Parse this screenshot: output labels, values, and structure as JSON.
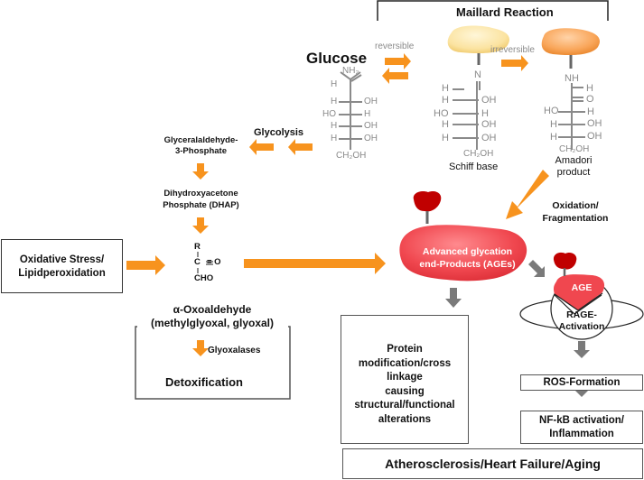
{
  "maillard": {
    "title": "Maillard Reaction",
    "reversible": "reversible",
    "irreversible": "irreversible"
  },
  "glucose": {
    "title": "Glucose",
    "nh2": "NH₂",
    "top_h": "H",
    "rows": [
      {
        "left": "H",
        "right": "OH"
      },
      {
        "left": "HO",
        "right": "H"
      },
      {
        "left": "H",
        "right": "OH"
      },
      {
        "left": "H",
        "right": "OH"
      }
    ],
    "bottom": "CH₂OH"
  },
  "schiff": {
    "n": "N",
    "top_h": "H",
    "rows": [
      {
        "left": "H",
        "right": "OH"
      },
      {
        "left": "HO",
        "right": "H"
      },
      {
        "left": "H",
        "right": "OH"
      },
      {
        "left": "H",
        "right": "OH"
      }
    ],
    "bottom": "CH₂OH",
    "label": "Schiff base"
  },
  "amadori": {
    "nh": "NH",
    "h": "H",
    "o": "O",
    "rows": [
      {
        "left": "HO",
        "right": "H"
      },
      {
        "left": "H",
        "right": "OH"
      },
      {
        "left": "H",
        "right": "OH"
      }
    ],
    "bottom": "CH₂OH",
    "label_line1": "Amadori",
    "label_line2": "product"
  },
  "glycolysis": {
    "label": "Glycolysis",
    "g3p_line1": "Glyceralaldehyde-",
    "g3p_line2": "3-Phosphate",
    "dhap_line1": "Dihydroxyacetone",
    "dhap_line2": "Phosphate (DHAP)"
  },
  "oxoaldehyde": {
    "r": "R",
    "c": "C",
    "o": "= O",
    "cho": "CHO",
    "title_line1": "α-Oxoaldehyde",
    "title_line2": "(methylglyoxal, glyoxal)",
    "enzyme": "Glyoxalases",
    "detox": "Detoxification"
  },
  "oxidative_stress": {
    "line1": "Oxidative Stress/",
    "line2": "Lipidperoxidation"
  },
  "oxidation_fragmentation": {
    "line1": "Oxidation/",
    "line2": "Fragmentation"
  },
  "ages": {
    "line1": "Advanced glycation",
    "line2": "end-Products (AGEs)"
  },
  "rage": {
    "age": "AGE",
    "line1": "RAGE-",
    "line2": "Activation"
  },
  "protein_box": {
    "lines": [
      "Protein",
      "modification/cross",
      "linkage",
      "causing",
      "structural/functional",
      "alterations"
    ]
  },
  "ros": {
    "label": "ROS-Formation"
  },
  "nfkb": {
    "line1": "NF-kB activation/",
    "line2": "Inflammation"
  },
  "outcome": {
    "label": "Atherosclerosis/Heart Failure/Aging"
  },
  "colors": {
    "orange_arrow": "#F7931E",
    "gray_arrow": "#7a7a7a",
    "age_red": "#F0474F",
    "dark_red": "#C00000",
    "schiff_yellow": "#FBE3A0",
    "amadori_orange": "#F9A65A"
  }
}
